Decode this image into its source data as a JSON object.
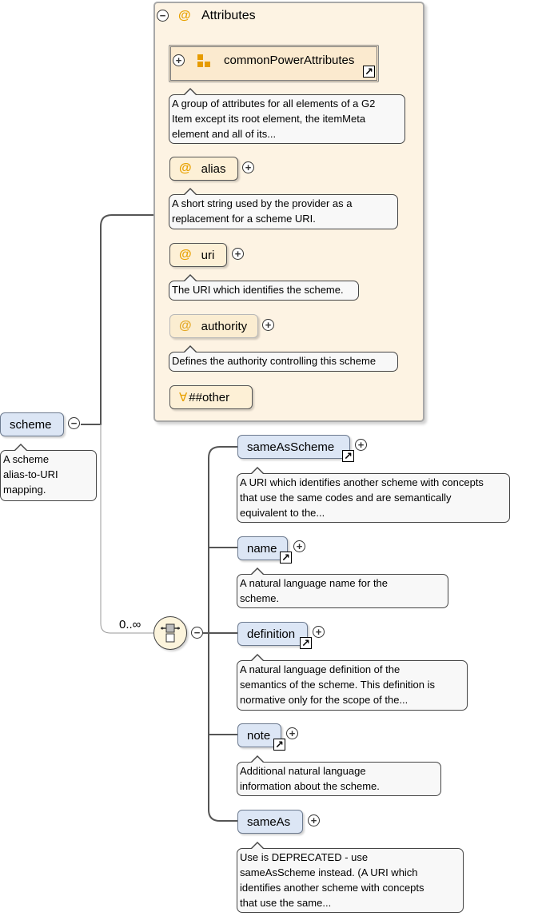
{
  "root": {
    "name": "scheme",
    "doc": [
      "A scheme",
      "alias-to-URI",
      "mapping."
    ]
  },
  "attributes_panel": {
    "title": "Attributes",
    "group": {
      "name": "commonPowerAttributes",
      "doc": [
        "A group of attributes for all elements of a G2",
        "Item except its root element, the itemMeta",
        "element and all of its..."
      ]
    },
    "items": [
      {
        "name": "alias",
        "doc": [
          "A short string used by the provider as a",
          "replacement for a scheme URI."
        ]
      },
      {
        "name": "uri",
        "doc": [
          "The URI which identifies the scheme."
        ]
      },
      {
        "name": "authority",
        "doc": [
          "Defines the authority controlling this scheme"
        ]
      }
    ],
    "any_attribute": "##other",
    "any_symbol": "∀",
    "attr_symbol": "@"
  },
  "sequence": {
    "occurrence": "0..∞",
    "children": [
      {
        "name": "sameAsScheme",
        "doc": [
          "A URI which identifies another scheme with concepts",
          "that use the same codes and are semantically",
          "equivalent to the..."
        ]
      },
      {
        "name": "name",
        "doc": [
          "A natural language name for the",
          "scheme."
        ]
      },
      {
        "name": "definition",
        "doc": [
          "A natural language definition of the",
          "semantics of the scheme. This definition is",
          "normative only for the scope of the..."
        ]
      },
      {
        "name": "note",
        "doc": [
          "Additional natural language",
          "information about the scheme."
        ]
      },
      {
        "name": "sameAs",
        "doc": [
          "Use is DEPRECATED - use",
          "sameAsScheme instead. (A URI which",
          "identifies another scheme with concepts",
          "that use the same..."
        ]
      }
    ]
  },
  "icons": {
    "expand": "+",
    "collapse": "−",
    "reference": "↗"
  },
  "colors": {
    "element_fill": "#dce6f5",
    "attribute_fill": "#fdf0d6",
    "panel_fill": "#fdf3e3",
    "attr_symbol": "#e8a100",
    "doc_fill": "#f8f8f8"
  }
}
